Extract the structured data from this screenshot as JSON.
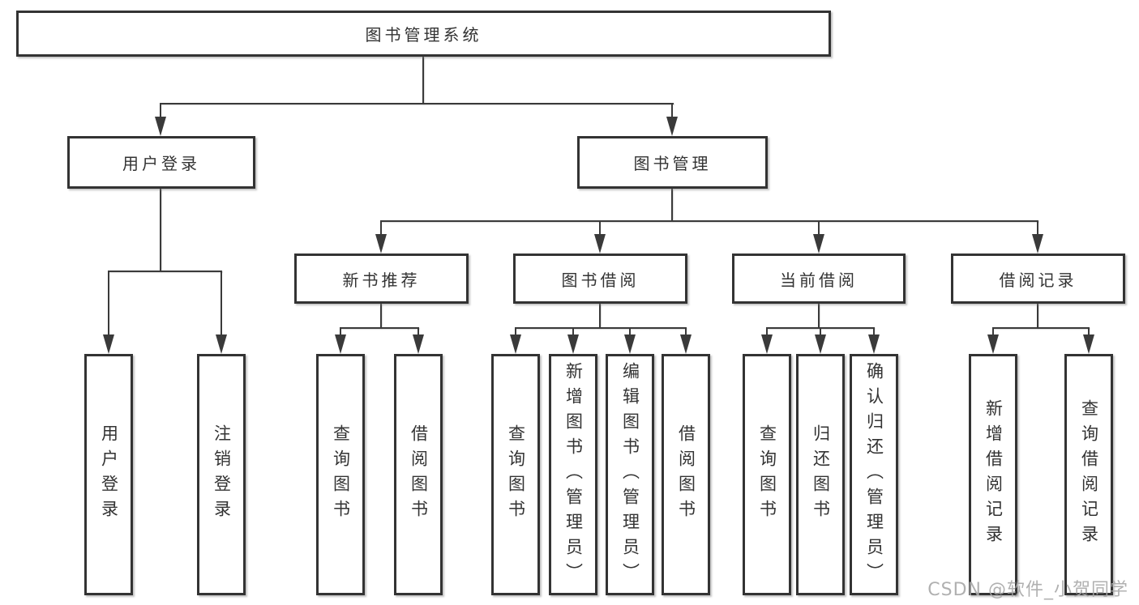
{
  "tree": {
    "root": {
      "label": "图书管理系统",
      "children": [
        {
          "label": "用户登录",
          "children": [
            {
              "label": "用户登录"
            },
            {
              "label": "注销登录"
            }
          ]
        },
        {
          "label": "图书管理",
          "children": [
            {
              "label": "新书推荐",
              "children": [
                {
                  "label": "查询图书"
                },
                {
                  "label": "借阅图书"
                }
              ]
            },
            {
              "label": "图书借阅",
              "children": [
                {
                  "label": "查询图书"
                },
                {
                  "label": "新增图书（管理员）"
                },
                {
                  "label": "编辑图书（管理员）"
                },
                {
                  "label": "借阅图书"
                }
              ]
            },
            {
              "label": "当前借阅",
              "children": [
                {
                  "label": "查询图书"
                },
                {
                  "label": "归还图书"
                },
                {
                  "label": "确认归还（管理员）"
                }
              ]
            },
            {
              "label": "借阅记录",
              "children": [
                {
                  "label": "新增借阅记录"
                },
                {
                  "label": "查询借阅记录"
                }
              ]
            }
          ]
        }
      ]
    }
  },
  "watermark": {
    "text": "CSDN @软件_小贺同学"
  },
  "colors": {
    "line": "#3a3a3a",
    "box_border": "#333333",
    "text": "#333333",
    "watermark": "#a8a8a8",
    "background": "#ffffff"
  }
}
